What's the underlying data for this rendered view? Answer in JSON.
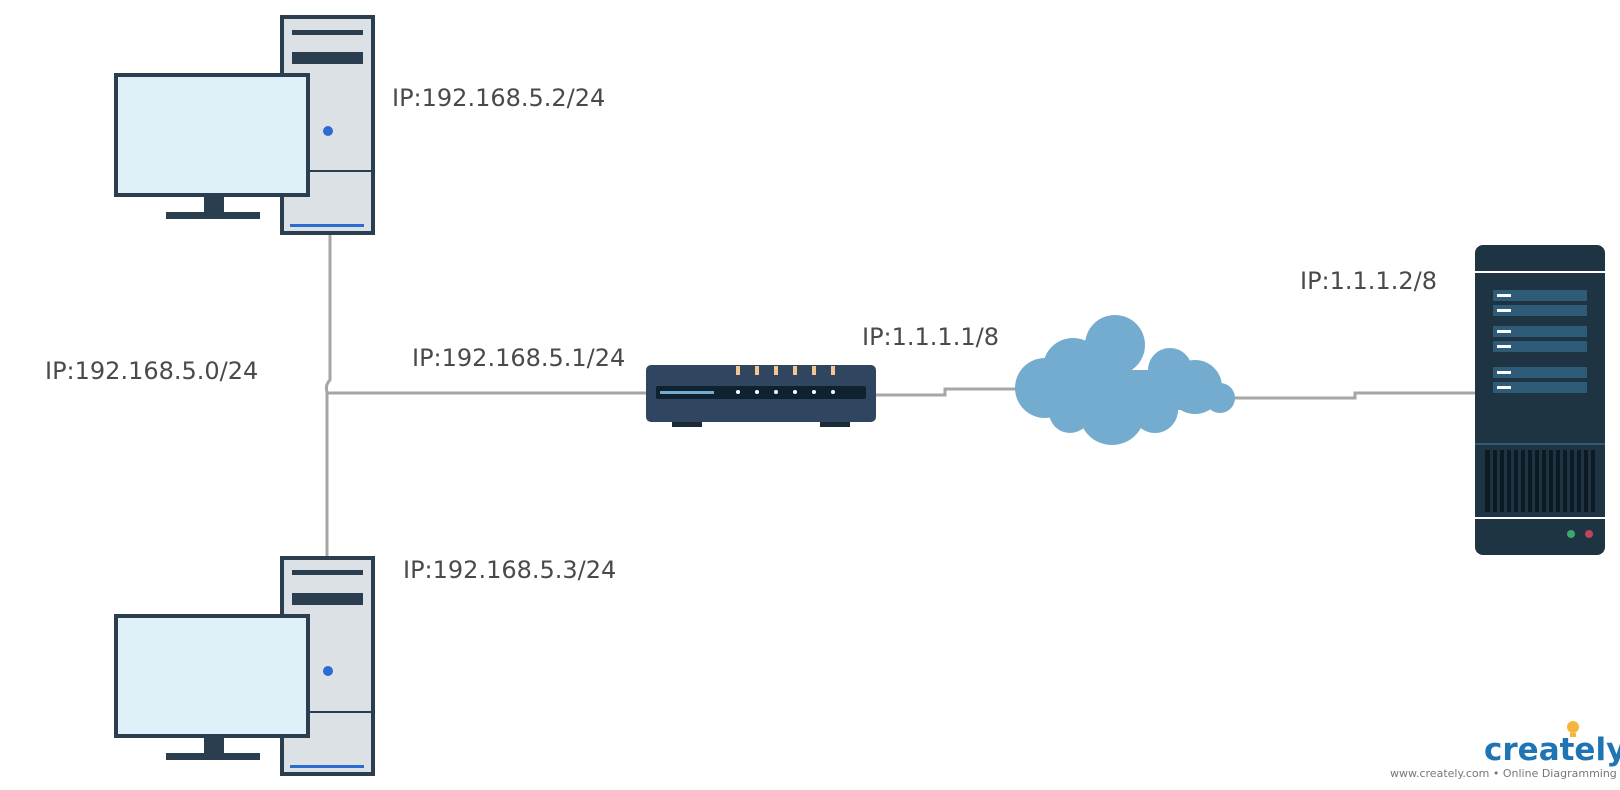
{
  "labels": {
    "pc1_ip": "IP:192.168.5.2/24",
    "pc2_ip": "IP:192.168.5.3/24",
    "network_ip": "IP:192.168.5.0/24",
    "router_lan_ip": "IP:192.168.5.1/24",
    "router_wan_ip": "IP:1.1.1.1/8",
    "server_ip": "IP:1.1.1.2/8"
  },
  "watermark": {
    "brand": "creately",
    "tagline": "www.creately.com • Online Diagramming"
  },
  "colors": {
    "monitor_screen": "#dff0f9",
    "device_dark": "#2b3e50",
    "tower_body": "#dce1e6",
    "cloud": "#74acd0",
    "wire": "#a6a6a6",
    "server_body": "#1f3443",
    "accent_blue": "#2a6ccf",
    "router_led": "#f0c890",
    "brand_blue": "#1f74b4",
    "brand_yellow": "#f3b53b"
  }
}
